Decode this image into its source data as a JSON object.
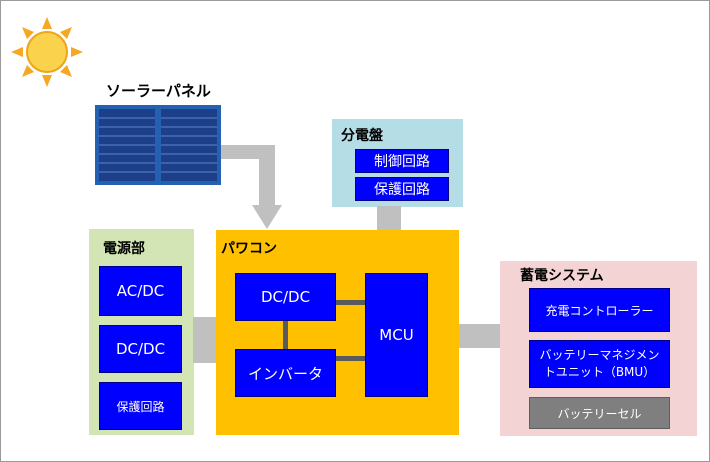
{
  "solar_panel": {
    "label": "ソーラーパネル"
  },
  "distribution_board": {
    "title": "分電盤",
    "items": [
      "制御回路",
      "保護回路"
    ]
  },
  "power_unit": {
    "title": "電源部",
    "items": [
      "AC/DC",
      "DC/DC",
      "保護回路"
    ]
  },
  "power_conditioner": {
    "title": "パワコン",
    "dcdc": "DC/DC",
    "inverter": "インバータ",
    "mcu": "MCU"
  },
  "storage_system": {
    "title": "蓄電システム",
    "charge_controller": "充電コントローラー",
    "bmu": "バッテリーマネジメントユニット（BMU）",
    "battery_cell": "バッテリーセル"
  },
  "colors": {
    "blue": "#0000ff",
    "orange": "#ffc000",
    "green": "#d3e5b4",
    "light_blue": "#b5dde6",
    "pink": "#f3d3d3",
    "connector": "#c0c0c0"
  },
  "icons": [
    "sun-icon",
    "solar-panel-icon",
    "down-arrow-icon"
  ]
}
